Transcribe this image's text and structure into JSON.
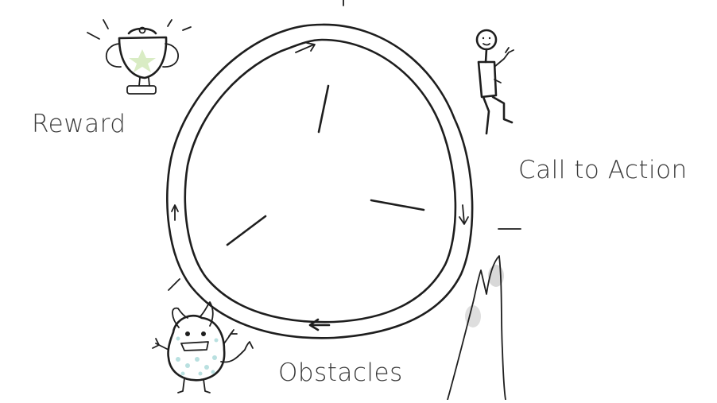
{
  "stages": {
    "reward": "Reward",
    "call_to_action": "Call to Action",
    "obstacles": "Obstacles"
  },
  "icons": {
    "reward": "trophy-icon",
    "call_to_action": "stick-figure-icon",
    "obstacles": "monster-icon",
    "challenge": "mountain-icon"
  },
  "colors": {
    "ink": "#1e1e1e",
    "text": "#3a3a3a",
    "trophy_star": "#d9ecc4",
    "monster_spots": "#b9e0e0",
    "mountain_shade": "#c8c8c8"
  }
}
